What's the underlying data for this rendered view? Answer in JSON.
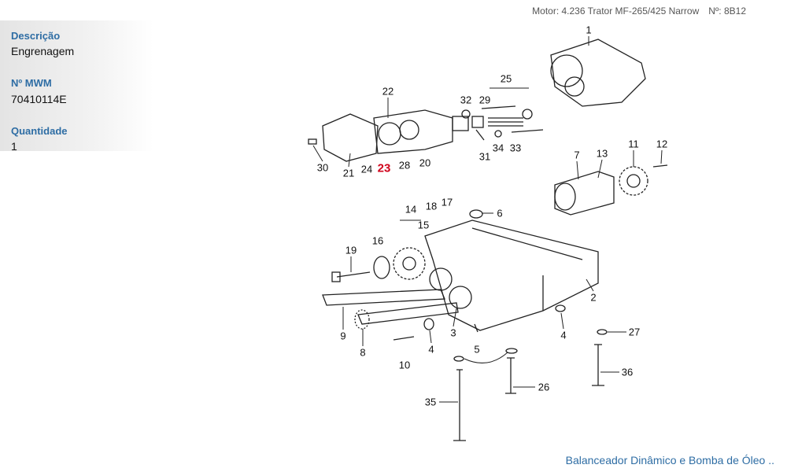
{
  "header": {
    "motor": "Motor: 4.236 Trator MF-265/425 Narrow",
    "numero": "Nº: 8B12"
  },
  "info": {
    "descricao_label": "Descrição",
    "descricao": "Engrenagem",
    "mwm_label": "Nº MWM",
    "mwm": "70410114E",
    "quantidade_label": "Quantidade",
    "quantidade": "1"
  },
  "callouts": [
    "1",
    "25",
    "22",
    "32",
    "29",
    "30",
    "21",
    "24",
    "23",
    "28",
    "20",
    "31",
    "34",
    "33",
    "7",
    "13",
    "11",
    "12",
    "6",
    "14",
    "18",
    "17",
    "15",
    "19",
    "16",
    "2",
    "9",
    "8",
    "10",
    "4",
    "3",
    "5",
    "4",
    "27",
    "36",
    "26",
    "35"
  ],
  "highlighted": "23",
  "footer": {
    "link": "Balanceador Dinâmico e Bomba de Óleo .."
  }
}
